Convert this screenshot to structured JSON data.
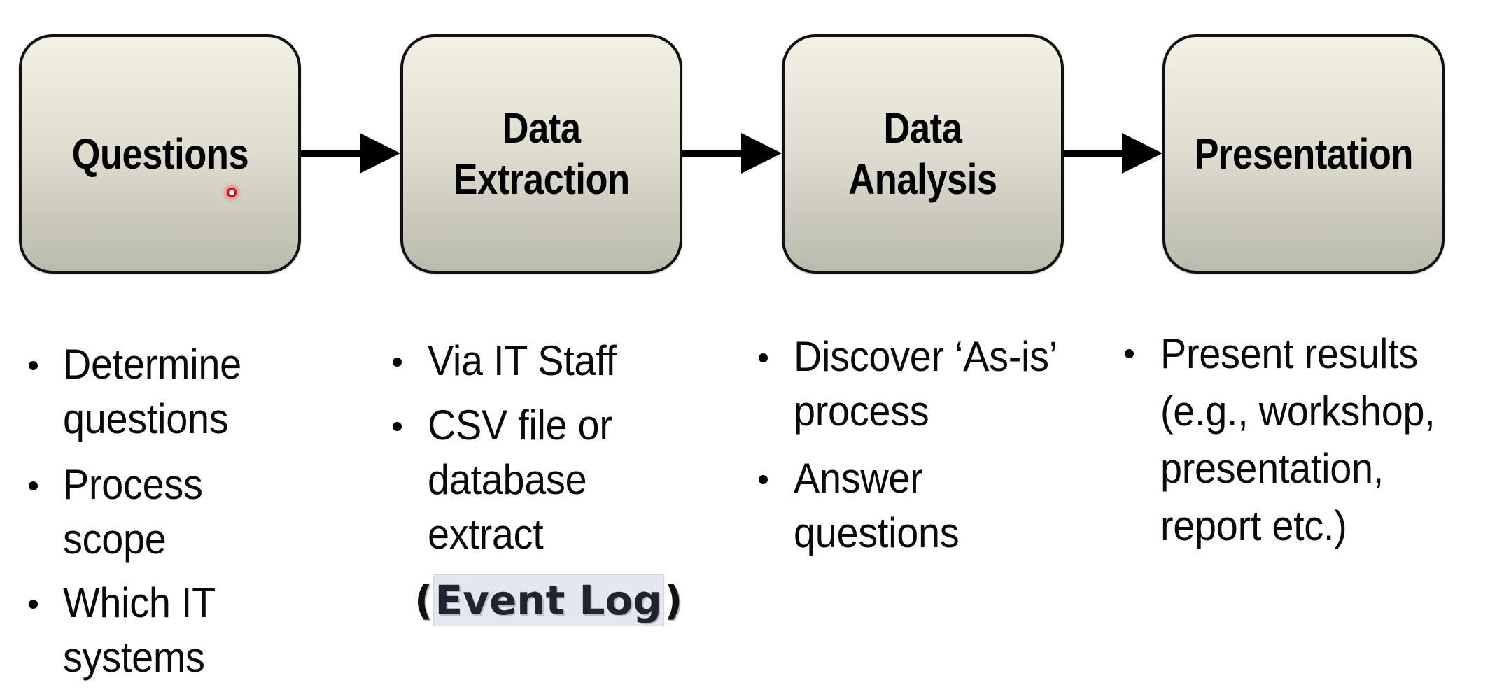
{
  "steps": [
    {
      "title": "Questions"
    },
    {
      "title": "Data\nExtraction"
    },
    {
      "title": "Data\nAnalysis"
    },
    {
      "title": "Presentation"
    }
  ],
  "columns": [
    {
      "items": [
        {
          "lines": "Determine\nquestions"
        },
        {
          "lines": "Process\nscope"
        },
        {
          "lines": "Which IT\nsystems"
        }
      ]
    },
    {
      "items": [
        {
          "lines": "Via IT Staff"
        },
        {
          "lines": "CSV file or\ndatabase\nextract"
        }
      ],
      "highlight": {
        "open_paren": "(",
        "text": "Event Log",
        "close_paren": ")"
      }
    },
    {
      "items": [
        {
          "lines": "Discover ‘As-is’\nprocess"
        },
        {
          "lines": "Answer\nquestions"
        }
      ]
    },
    {
      "items": [
        {
          "lines": "Present results\n(e.g., workshop,\npresentation,\nreport etc.)"
        }
      ]
    }
  ],
  "colors": {
    "box_top": "#f3f1e3",
    "box_bottom": "#bbbbad",
    "highlight_bg": "#e5e7ee",
    "cursor": "#e8001c"
  }
}
